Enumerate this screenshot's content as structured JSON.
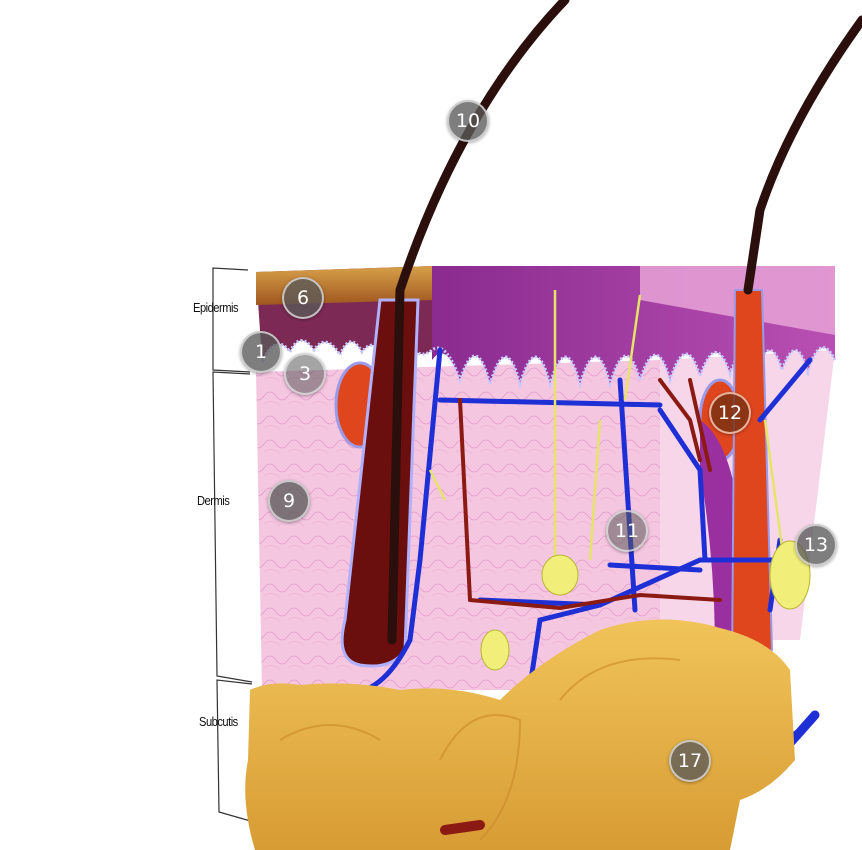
{
  "layers": {
    "epidermis": "Epidermis",
    "dermis": "Dermis",
    "subcutis": "Subcutis"
  },
  "markers": {
    "m1": "1",
    "m3": "3",
    "m6": "6",
    "m9": "9",
    "m10": "10",
    "m11": "11",
    "m12": "12",
    "m13": "13",
    "m17": "17"
  },
  "colors": {
    "epidermis_top": "#c98a3a",
    "dermis": "#f2bfdc",
    "subcutis_fat": "#e8b54a",
    "hair": "#2b0f0d",
    "vein": "#1e2fd6",
    "artery": "#8b1a12",
    "nerve": "#e6e36a",
    "follicle_sheath": "#e0461e",
    "purple_region": "#9a2fa0"
  }
}
